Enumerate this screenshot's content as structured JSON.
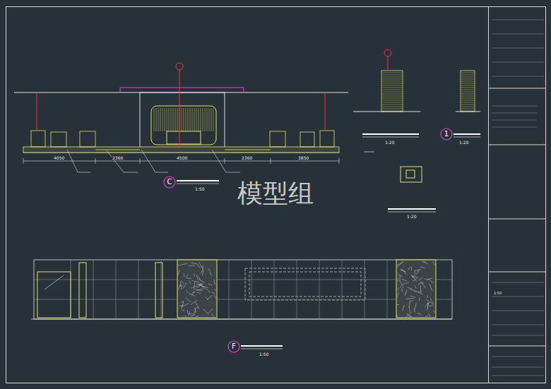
{
  "diagram": {
    "nodes": [
      {
        "text": [
          "C"
        ]
      },
      {
        "text": [
          "1"
        ]
      },
      {
        "text": [
          "F"
        ]
      }
    ],
    "labels": [
      "4050",
      "2360",
      "4500",
      "2360",
      "3850",
      "1:50",
      "模型组",
      "1:20",
      "1:20",
      "1:20",
      "1:50",
      "1:50"
    ]
  }
}
